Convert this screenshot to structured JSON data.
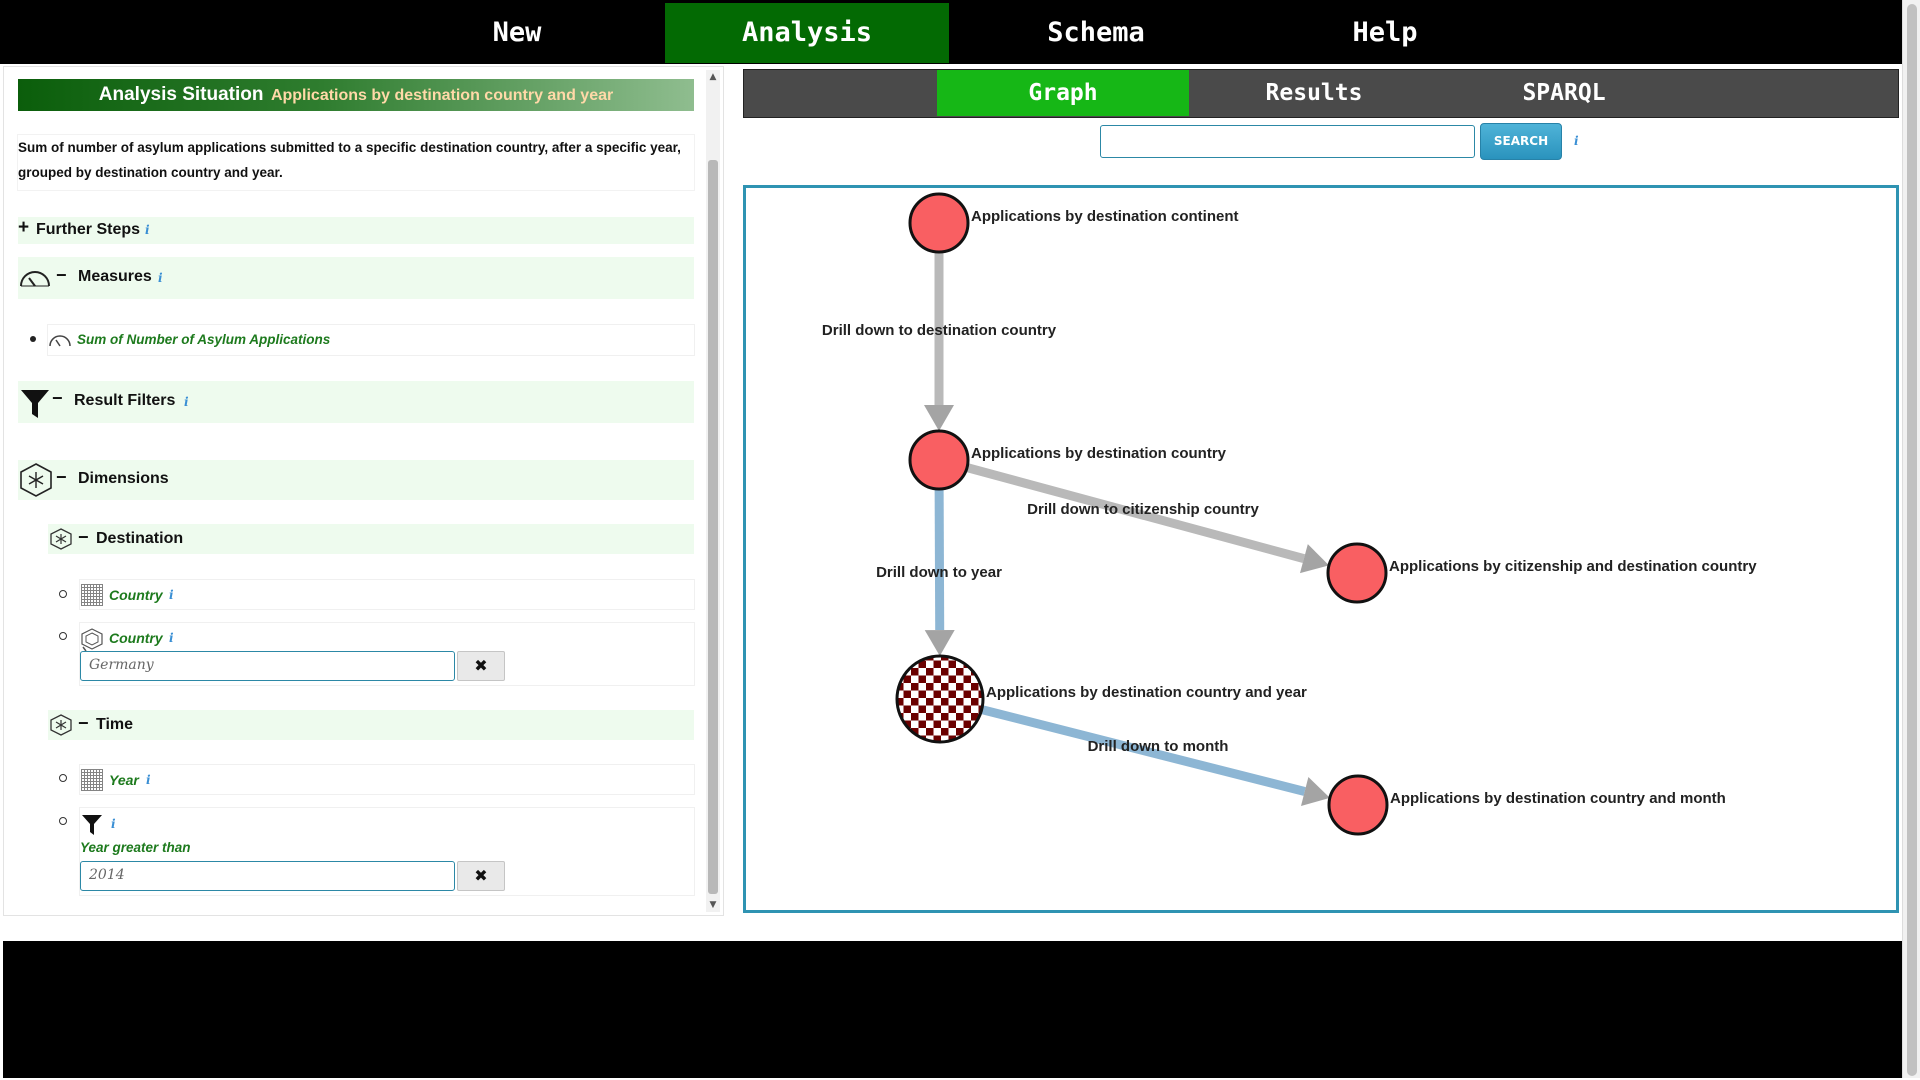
{
  "nav": {
    "tabs": [
      {
        "label": "New"
      },
      {
        "label": "Analysis"
      },
      {
        "label": "Schema"
      },
      {
        "label": "Help"
      }
    ],
    "active": "Analysis"
  },
  "situation": {
    "label": "Analysis Situation",
    "name": "Applications by destination country and year",
    "description_line1": "Sum of number of asylum applications submitted to a specific destination country, after a specific year,",
    "description_line2": "grouped by destination country and year."
  },
  "sections": {
    "further_steps": {
      "label": "Further Steps",
      "toggle": "+"
    },
    "measures": {
      "label": "Measures",
      "toggle": "−"
    },
    "result_filters": {
      "label": "Result Filters",
      "toggle": "−"
    },
    "dimensions": {
      "label": "Dimensions",
      "toggle": "−"
    }
  },
  "measure_item": "Sum of Number of Asylum Applications",
  "destination": {
    "label": "Destination",
    "toggle": "−",
    "level_label": "Country",
    "filter_label": "Country",
    "filter_value": "Germany"
  },
  "time": {
    "label": "Time",
    "toggle": "−",
    "level_label": "Year",
    "filter_label": "Year greater than",
    "filter_value": "2014"
  },
  "info": "i",
  "clear": "✖",
  "right_tabs": [
    {
      "label": "Graph"
    },
    {
      "label": "Results"
    },
    {
      "label": "SPARQL"
    }
  ],
  "active_right_tab": "Graph",
  "search": {
    "value": "",
    "button_label": "SEARCH"
  },
  "graph": {
    "nodes": [
      {
        "id": "continent",
        "label": "Applications by destination continent",
        "current": false
      },
      {
        "id": "country",
        "label": "Applications by destination country",
        "current": false
      },
      {
        "id": "citizenship",
        "label": "Applications by citizenship and destination country",
        "current": false
      },
      {
        "id": "year",
        "label": "Applications by destination country and year",
        "current": true
      },
      {
        "id": "month",
        "label": "Applications by destination country and month",
        "current": false
      }
    ],
    "edges": [
      {
        "from": "continent",
        "to": "country",
        "label": "Drill down to destination country",
        "style": "gray"
      },
      {
        "from": "country",
        "to": "citizenship",
        "label": "Drill down to citizenship country",
        "style": "gray"
      },
      {
        "from": "country",
        "to": "year",
        "label": "Drill down to year",
        "style": "blue"
      },
      {
        "from": "year",
        "to": "month",
        "label": "Drill down to month",
        "style": "blue"
      }
    ],
    "colors": {
      "node": "#f95f62",
      "gray_edge": "#b9b9b9",
      "blue_edge": "#8db6d4",
      "checker_dark": "#6b0000"
    }
  }
}
